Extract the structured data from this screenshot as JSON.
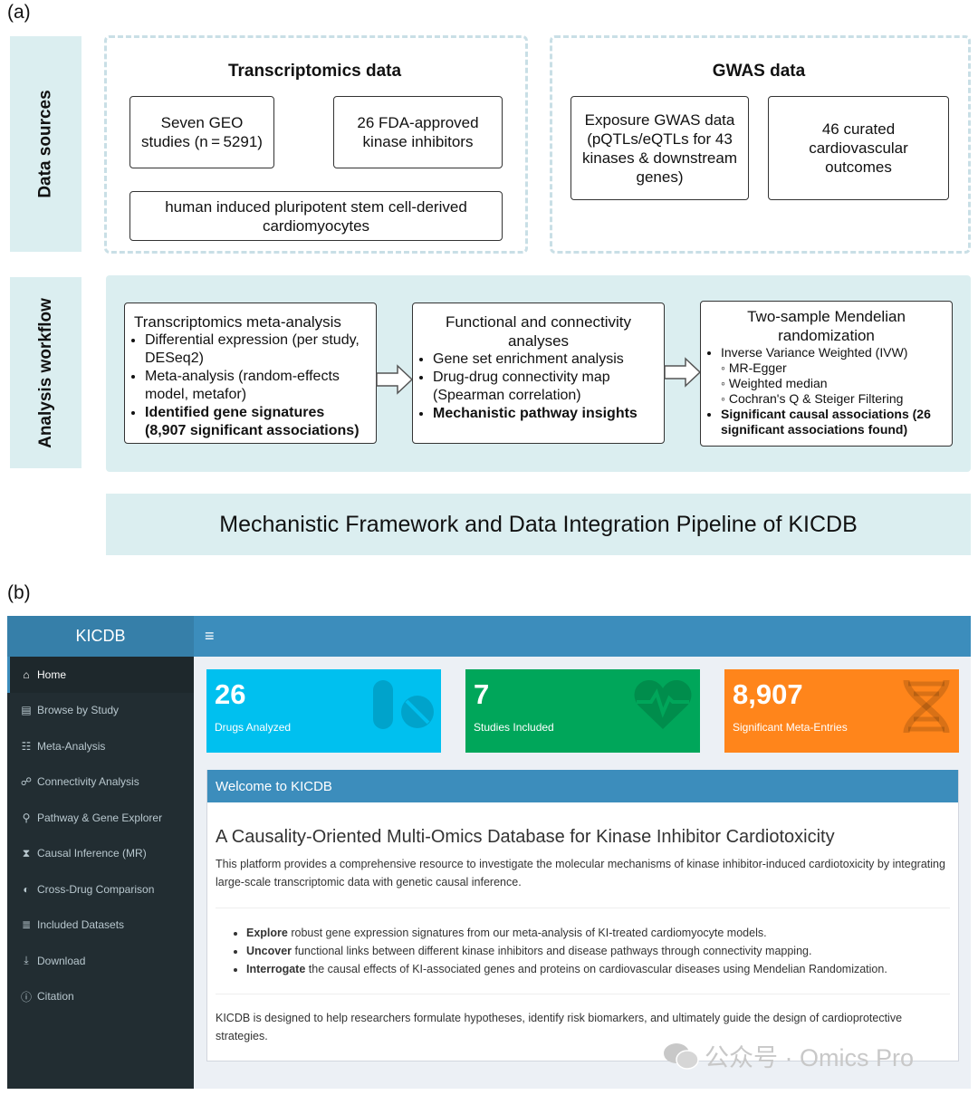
{
  "panel_a": {
    "label": "(a)",
    "data_sources_tab": "Data sources",
    "analysis_tab": "Analysis workflow",
    "transcriptomics": {
      "title": "Transcriptomics data",
      "box1": "Seven GEO studies (n = 5291)",
      "box2": "26 FDA-approved kinase inhibitors",
      "box3": "human induced pluripotent stem cell-derived cardiomyocytes"
    },
    "gwas": {
      "title": "GWAS data",
      "box1": "Exposure GWAS data (pQTLs/eQTLs for 43 kinases & downstream genes)",
      "box2": "46 curated cardiovascular outcomes"
    },
    "workflow": {
      "box1": {
        "title": "Transcriptomics meta-analysis",
        "items": [
          "Differential expression (per study, DESeq2)",
          "Meta-analysis  (random-effects model, metafor)",
          "Identified gene signatures (8,907 significant associations)"
        ]
      },
      "box2": {
        "title": "Functional and connectivity analyses",
        "items": [
          "Gene set enrichment analysis",
          "Drug-drug connectivity map (Spearman correlation)",
          "Mechanistic pathway insights"
        ]
      },
      "box3": {
        "title": "Two-sample Mendelian randomization",
        "item1": "Inverse Variance Weighted (IVW)",
        "subitems": [
          "MR-Egger",
          "Weighted median",
          "Cochran's Q & Steiger Filtering"
        ],
        "item2": "Significant causal associations (26 significant associations found)"
      }
    },
    "footer": "Mechanistic Framework and Data Integration Pipeline of KICDB"
  },
  "panel_b": {
    "label": "(b)",
    "brand": "KICDB",
    "menu_glyph": "≡",
    "nav": [
      {
        "label": "Home",
        "icon": "home-icon",
        "glyph": "⌂"
      },
      {
        "label": "Browse by Study",
        "icon": "folder-open-icon",
        "glyph": "▤"
      },
      {
        "label": "Meta-Analysis",
        "icon": "sitemap-icon",
        "glyph": "☷"
      },
      {
        "label": "Connectivity Analysis",
        "icon": "project-diagram-icon",
        "glyph": "☍"
      },
      {
        "label": "Pathway & Gene Explorer",
        "icon": "search-icon",
        "glyph": "⚲"
      },
      {
        "label": "Causal Inference (MR)",
        "icon": "hourglass-icon",
        "glyph": "⧗"
      },
      {
        "label": "Cross-Drug Comparison",
        "icon": "adjust-icon",
        "glyph": "◐"
      },
      {
        "label": "Included Datasets",
        "icon": "database-icon",
        "glyph": "≣"
      },
      {
        "label": "Download",
        "icon": "download-icon",
        "glyph": "⤓"
      },
      {
        "label": "Citation",
        "icon": "info-circle-icon",
        "glyph": "ⓘ"
      }
    ],
    "value_boxes": [
      {
        "value": "26",
        "label": "Drugs Analyzed",
        "color": "#00c0ef",
        "icon": "pills-icon"
      },
      {
        "value": "7",
        "label": "Studies Included",
        "color": "#00a65a",
        "icon": "heartbeat-icon"
      },
      {
        "value": "8,907",
        "label": "Significant Meta-Entries",
        "color": "#ff851b",
        "icon": "dna-icon"
      }
    ],
    "welcome": {
      "header": "Welcome to KICDB",
      "title": "A Causality-Oriented Multi-Omics Database for Kinase Inhibitor Cardiotoxicity",
      "intro": "This platform provides a comprehensive resource to investigate the molecular mechanisms of kinase inhibitor-induced cardiotoxicity by integrating large-scale transcriptomic data with genetic causal inference.",
      "bullets": [
        {
          "bold": "Explore",
          "text": " robust gene expression signatures from our meta-analysis of KI-treated cardiomyocyte models."
        },
        {
          "bold": "Uncover",
          "text": " functional links between different kinase inhibitors and disease pathways through connectivity mapping."
        },
        {
          "bold": "Interrogate",
          "text": " the causal effects of KI-associated genes and proteins on cardiovascular diseases using Mendelian Randomization."
        }
      ],
      "closing": "KICDB is designed to help researchers formulate hypotheses, identify risk biomarkers, and ultimately guide the design of cardioprotective strategies."
    },
    "watermark": "公众号 · Omics Pro"
  }
}
